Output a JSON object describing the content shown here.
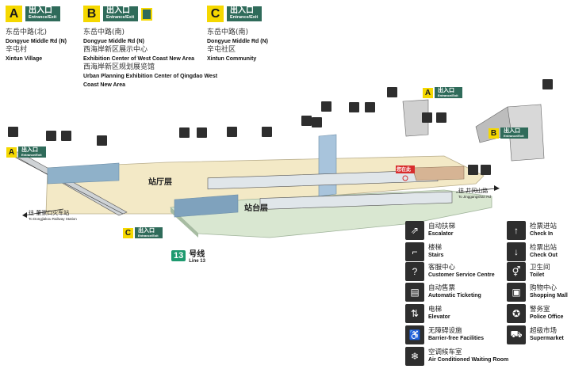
{
  "exits": [
    {
      "letter": "A",
      "title_cn": "出入口",
      "title_en": "Entrance/Exit",
      "lines": [
        {
          "cn": "东岳中路(北)",
          "en": "Dongyue Middle Rd (N)"
        },
        {
          "cn": "辛屯村",
          "en": "Xintun Village"
        }
      ]
    },
    {
      "letter": "B",
      "title_cn": "出入口",
      "title_en": "Entrance/Exit",
      "lines": [
        {
          "cn": "东岳中路(南)",
          "en": "Dongyue Middle Rd (N)"
        },
        {
          "cn": "西海岸新区展示中心",
          "en": "Exhibition Center of West Coast New Area"
        },
        {
          "cn": "西海岸新区规划展览馆",
          "en": "Urban Planning Exhibition Center of Qingdao West Coast New Area"
        }
      ]
    },
    {
      "letter": "C",
      "title_cn": "出入口",
      "title_en": "Entrance/Exit",
      "lines": [
        {
          "cn": "东岳中路(南)",
          "en": "Dongyue Middle Rd (N)"
        },
        {
          "cn": "辛屯社区",
          "en": "Xintun Community"
        }
      ]
    }
  ],
  "map": {
    "concourse_label": "站厅层",
    "platform_label": "站台层",
    "dir_left_cn": "往 董家口火车站",
    "dir_left_en": "To Dongjiakou Railway Station",
    "dir_right_cn": "往 井冈山路",
    "dir_right_en": "To Jinggangshan Rd",
    "line_num": "13",
    "line_cn": "号线",
    "line_en": "Line 13",
    "you_are_here": "您在此",
    "map_exits": [
      {
        "letter": "A",
        "cn": "出入口",
        "en": "Entrance/Exit"
      },
      {
        "letter": "B",
        "cn": "出入口",
        "en": "Entrance/Exit"
      },
      {
        "letter": "C",
        "cn": "出入口",
        "en": "Entrance/Exit"
      }
    ]
  },
  "legend_left": [
    {
      "icon": "escalator-icon",
      "cn": "自动扶梯",
      "en": "Escalator"
    },
    {
      "icon": "stairs-icon",
      "cn": "楼梯",
      "en": "Stairs"
    },
    {
      "icon": "customer-service-icon",
      "cn": "客服中心",
      "en": "Customer Service Centre"
    },
    {
      "icon": "ticket-machine-icon",
      "cn": "自动售票",
      "en": "Automatic Ticketing"
    },
    {
      "icon": "elevator-icon",
      "cn": "电梯",
      "en": "Elevator"
    },
    {
      "icon": "accessibility-icon",
      "cn": "无障碍设施",
      "en": "Barrier-free Facilities"
    },
    {
      "icon": "air-conditioning-icon",
      "cn": "空调候车室",
      "en": "Air Conditioned Waiting Room"
    }
  ],
  "legend_right": [
    {
      "icon": "check-in-icon",
      "cn": "检票进站",
      "en": "Check In"
    },
    {
      "icon": "check-out-icon",
      "cn": "检票出站",
      "en": "Check Out"
    },
    {
      "icon": "toilet-icon",
      "cn": "卫生间",
      "en": "Toilet"
    },
    {
      "icon": "shopping-mall-icon",
      "cn": "购物中心",
      "en": "Shopping Mall"
    },
    {
      "icon": "police-icon",
      "cn": "警务室",
      "en": "Police Office"
    },
    {
      "icon": "supermarket-icon",
      "cn": "超级市场",
      "en": "Supermarket"
    }
  ]
}
